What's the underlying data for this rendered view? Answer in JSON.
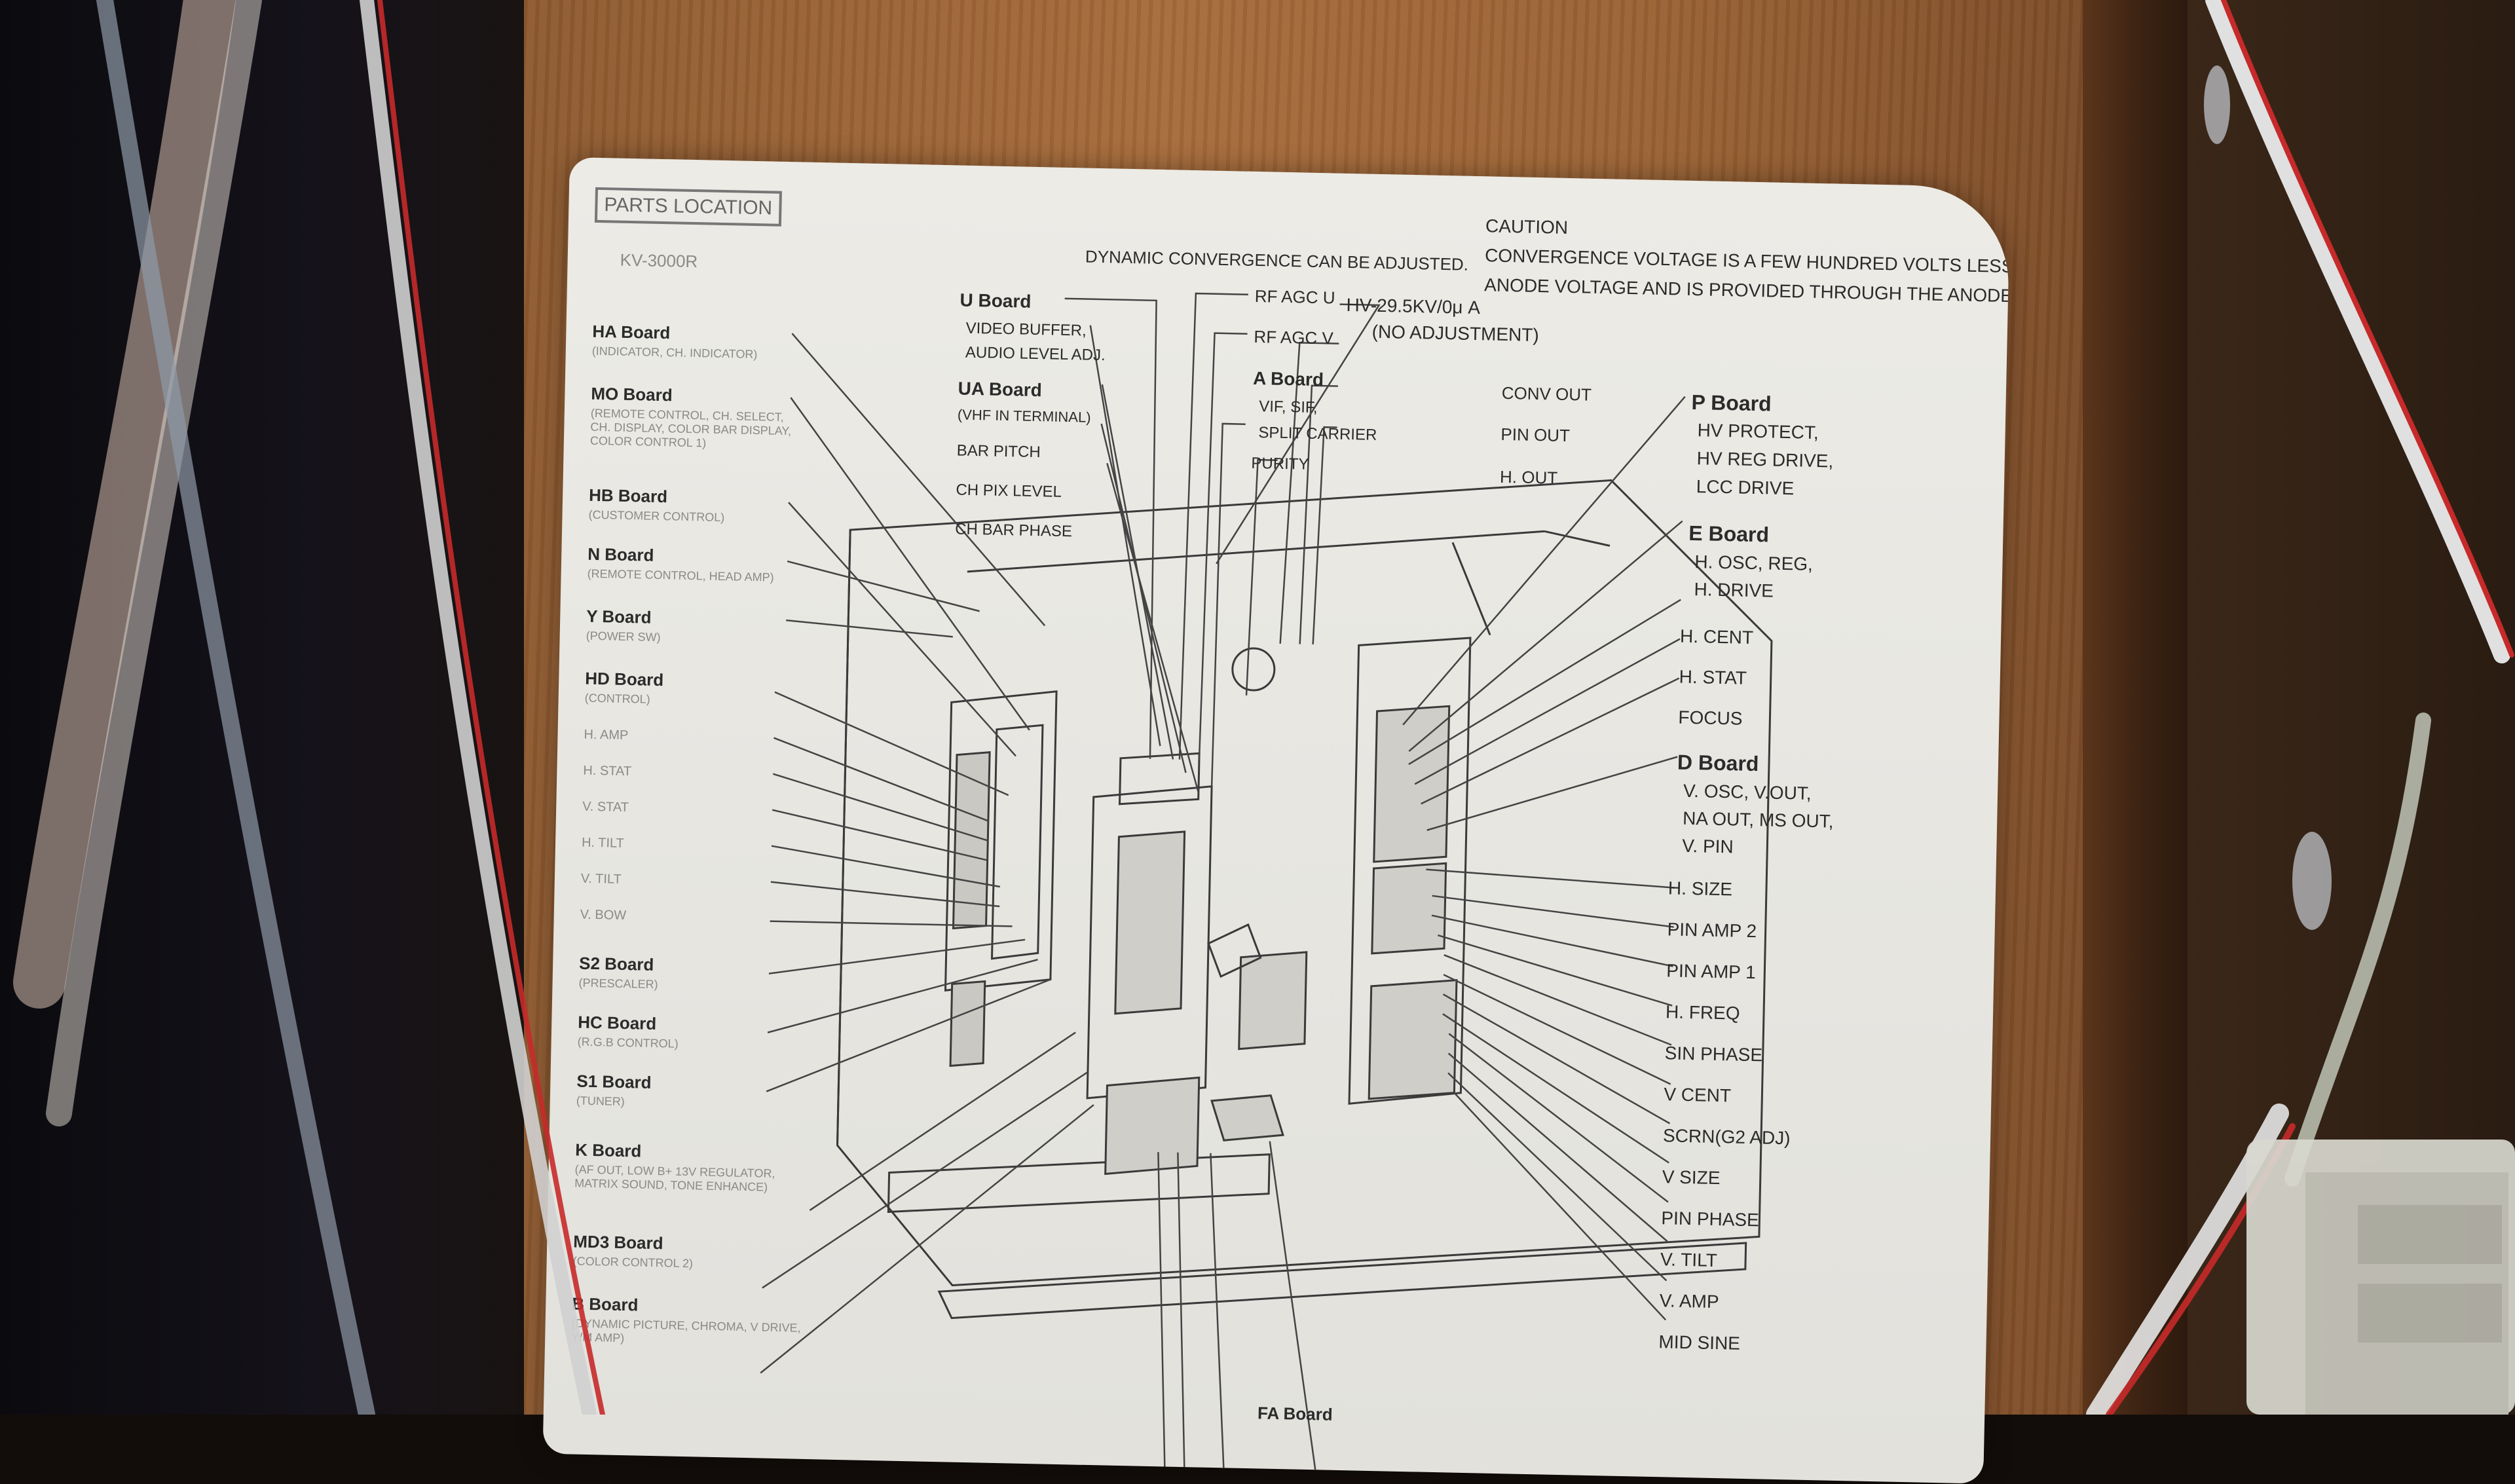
{
  "label": {
    "title": "PARTS LOCATION",
    "model": "KV-3000R",
    "dynamic_note": "DYNAMIC CONVERGENCE CAN BE ADJUSTED.",
    "caution_title": "CAUTION",
    "caution_line1": "CONVERGENCE VOLTAGE IS A FEW HUNDRED VOLTS LESS THAN",
    "caution_line2": "ANODE VOLTAGE AND IS PROVIDED THROUGH THE ANODE CAP.",
    "hv_line1": "HV-29.5KV/0μ A",
    "hv_line2": "(NO ADJUSTMENT)"
  },
  "left_labels": [
    {
      "board": "HA Board",
      "desc": "(INDICATOR, CH. INDICATOR)"
    },
    {
      "board": "MO Board",
      "desc": "(REMOTE CONTROL, CH. SELECT, CH. DISPLAY, COLOR BAR DISPLAY, COLOR CONTROL 1)"
    },
    {
      "board": "HB Board",
      "desc": "(CUSTOMER CONTROL)"
    },
    {
      "board": "N Board",
      "desc": "(REMOTE CONTROL, HEAD AMP)"
    },
    {
      "board": "Y Board",
      "desc": "(POWER SW)"
    },
    {
      "board": "HD Board",
      "desc": "(CONTROL)"
    },
    {
      "board": "H. AMP",
      "desc": ""
    },
    {
      "board": "H. STAT",
      "desc": ""
    },
    {
      "board": "V. STAT",
      "desc": ""
    },
    {
      "board": "H. TILT",
      "desc": ""
    },
    {
      "board": "V. TILT",
      "desc": ""
    },
    {
      "board": "V. BOW",
      "desc": ""
    },
    {
      "board": "S2 Board",
      "desc": "(PRESCALER)"
    },
    {
      "board": "HC Board",
      "desc": "(R.G.B CONTROL)"
    },
    {
      "board": "S1 Board",
      "desc": "(TUNER)"
    },
    {
      "board": "K Board",
      "desc": "(AF OUT, LOW B+ 13V REGULATOR, MATRIX SOUND, TONE ENHANCE)"
    },
    {
      "board": "MD3 Board",
      "desc": "(COLOR CONTROL 2)"
    },
    {
      "board": "B Board",
      "desc": "(DYNAMIC PICTURE, CHROMA, V DRIVE, Y/M AMP)"
    }
  ],
  "top_labels": {
    "u_board": "U Board",
    "u_desc1": "VIDEO BUFFER,",
    "u_desc2": "AUDIO LEVEL ADJ.",
    "ua_board": "UA Board",
    "ua_desc": "(VHF IN TERMINAL)",
    "bar_pitch": "BAR PITCH",
    "ch_pix_level": "CH PIX LEVEL",
    "ch_bar_phase": "CH BAR PHASE",
    "rf_agc_u": "RF AGC U",
    "rf_agc_v": "RF AGC V",
    "a_board": "A Board",
    "a_desc1": "VIF, SIF,",
    "a_desc2": "SPLIT CARRIER",
    "purity": "PURITY",
    "conv_out": "CONV OUT",
    "pin_out": "PIN OUT",
    "h_out": "H. OUT",
    "fa_board": "FA Board"
  },
  "right_labels": {
    "p_board": "P Board",
    "p_desc": [
      "HV PROTECT,",
      "HV REG DRIVE,",
      "LCC DRIVE"
    ],
    "e_board": "E Board",
    "e_desc": [
      "H. OSC, REG,",
      "H. DRIVE"
    ],
    "items_a": [
      "H. CENT",
      "H. STAT",
      "FOCUS"
    ],
    "d_board": "D Board",
    "d_desc": [
      "V. OSC, V.OUT,",
      "NA OUT, MS OUT,",
      "V. PIN"
    ],
    "items_b": [
      "H. SIZE",
      "PIN AMP 2",
      "PIN AMP 1",
      "H. FREQ",
      "SIN PHASE",
      "V CENT",
      "SCRN(G2 ADJ)",
      "V SIZE",
      "PIN PHASE",
      "V. TILT",
      "V. AMP",
      "MID SINE"
    ]
  }
}
